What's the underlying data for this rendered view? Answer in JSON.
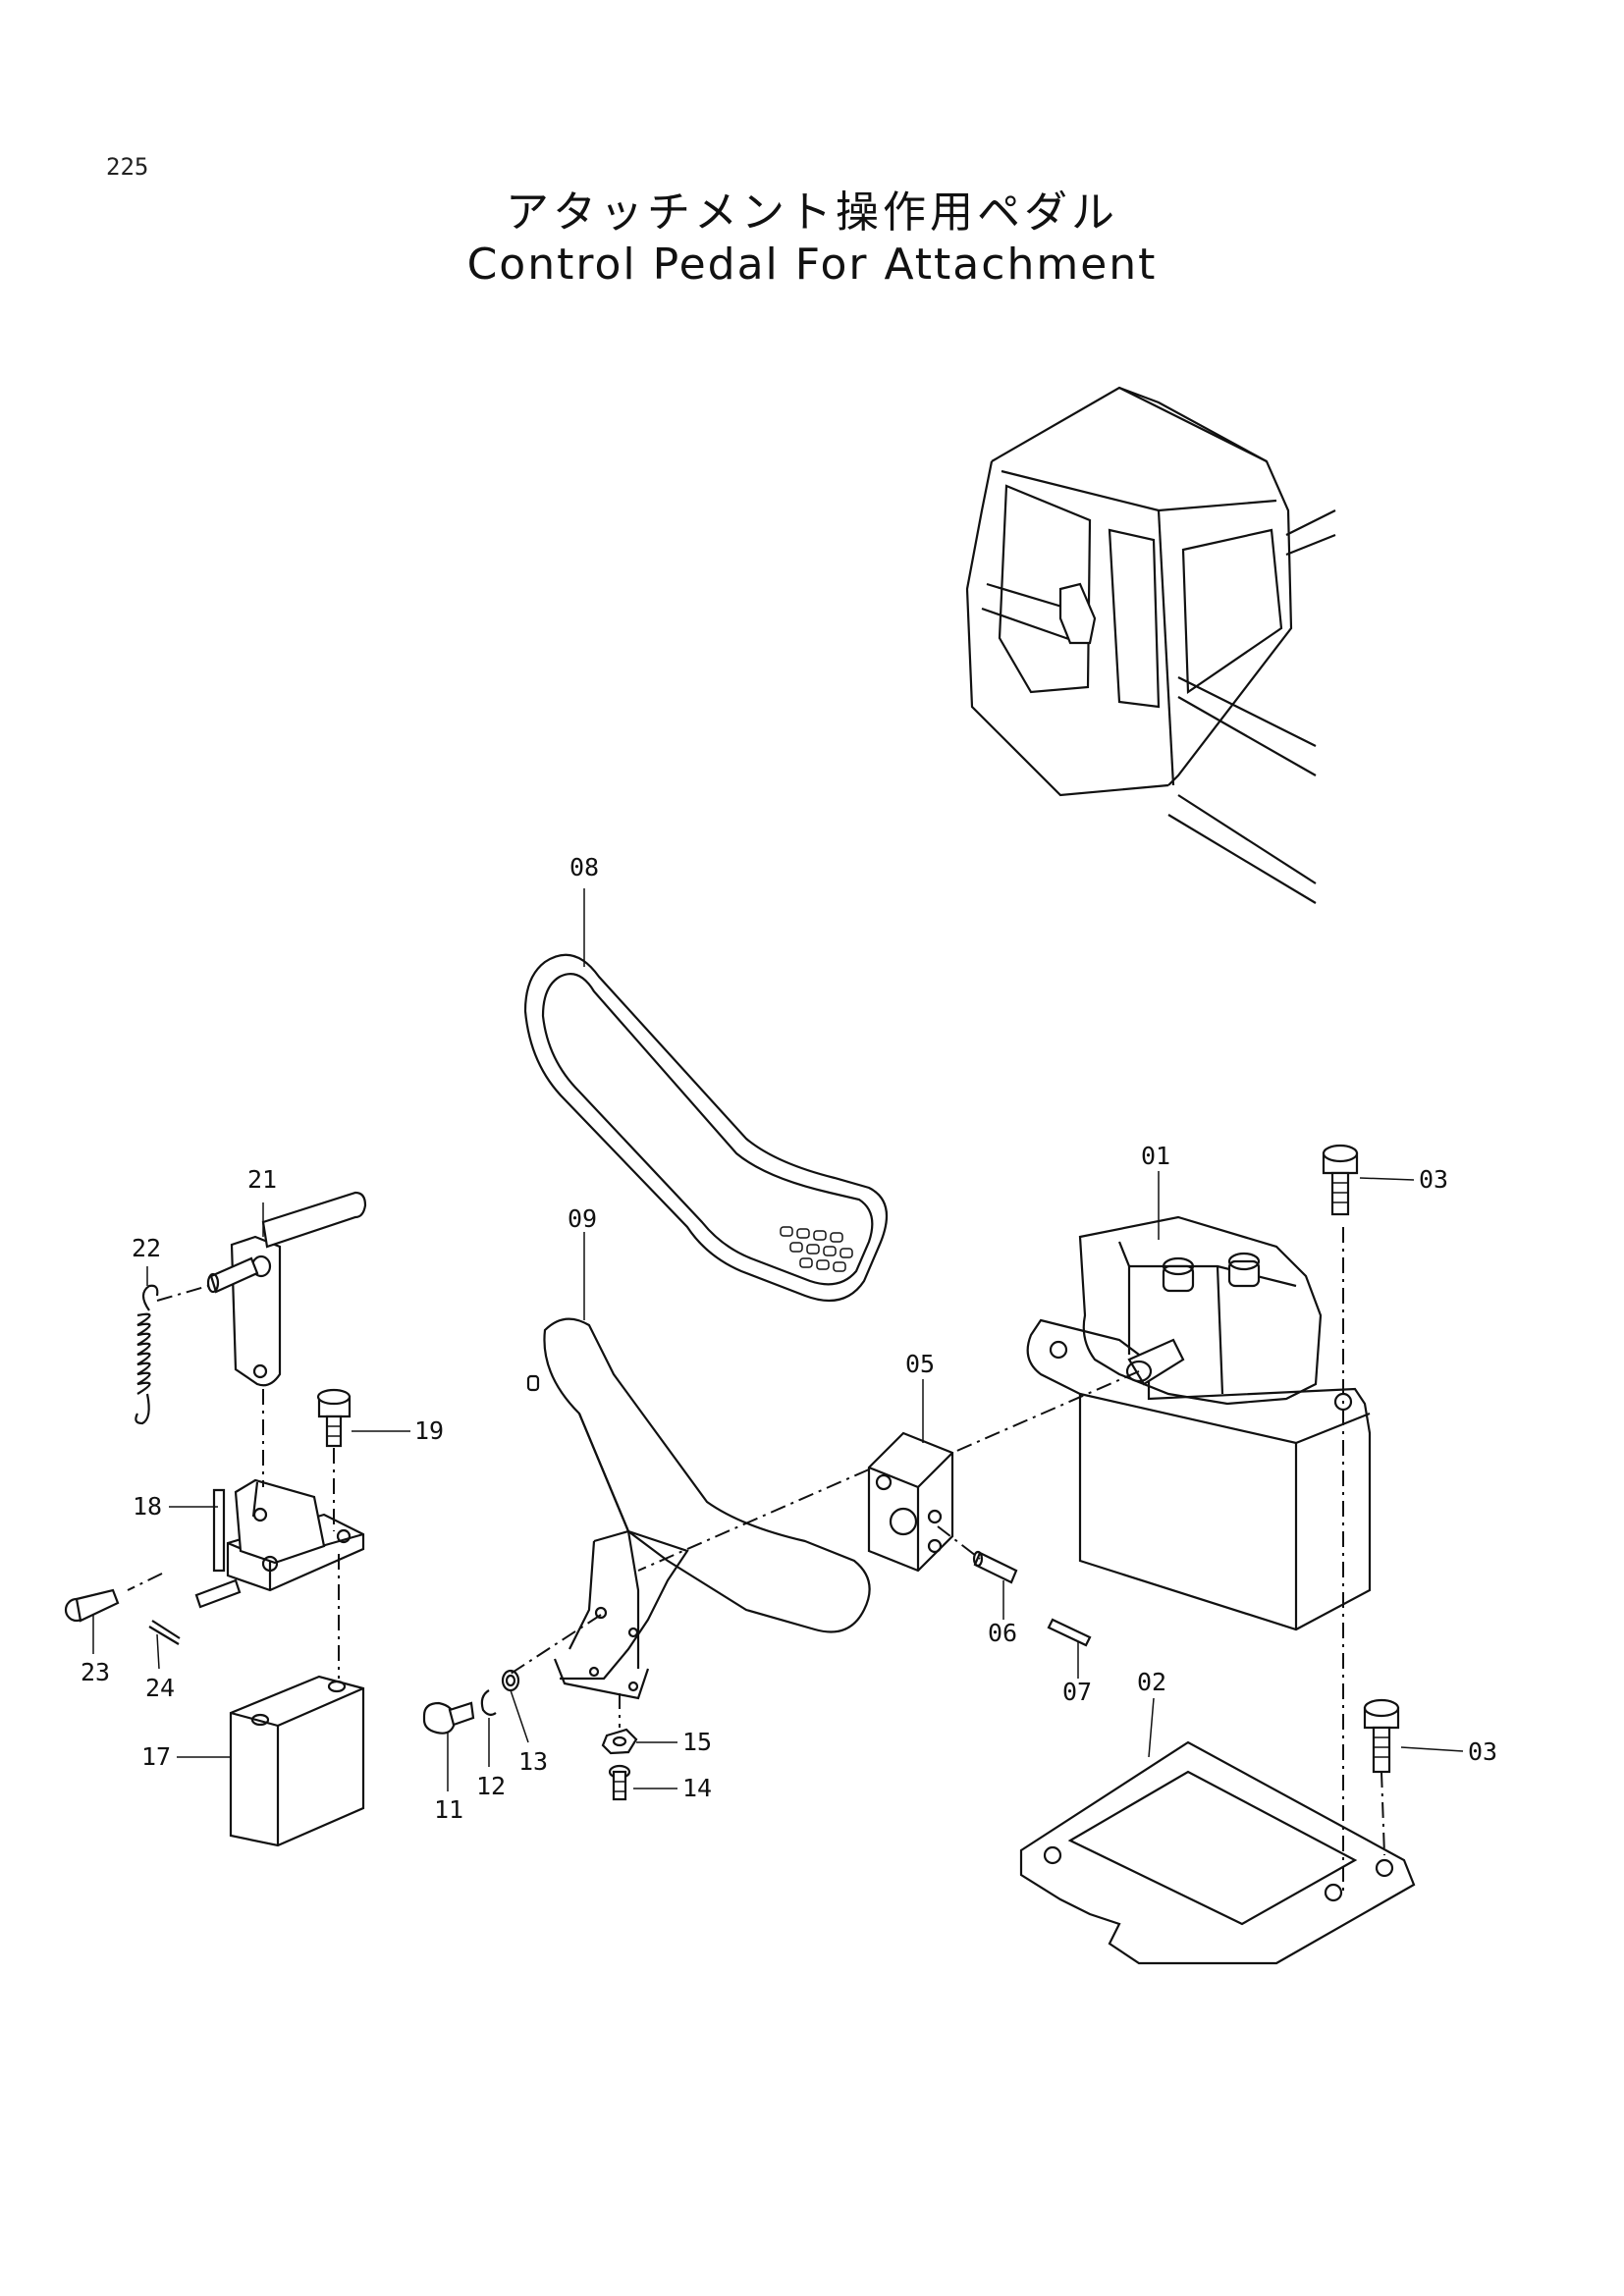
{
  "page": {
    "number": "225",
    "title_jp": "アタッチメント操作用ペダル",
    "title_en": "Control Pedal For Attachment"
  },
  "parts": [
    {
      "id": "part-01",
      "label": "01"
    },
    {
      "id": "part-02",
      "label": "02"
    },
    {
      "id": "part-03a",
      "label": "03"
    },
    {
      "id": "part-03b",
      "label": "03"
    },
    {
      "id": "part-05",
      "label": "05"
    },
    {
      "id": "part-06",
      "label": "06"
    },
    {
      "id": "part-07",
      "label": "07"
    },
    {
      "id": "part-08",
      "label": "08"
    },
    {
      "id": "part-09",
      "label": "09"
    },
    {
      "id": "part-11",
      "label": "11"
    },
    {
      "id": "part-12",
      "label": "12"
    },
    {
      "id": "part-13",
      "label": "13"
    },
    {
      "id": "part-14",
      "label": "14"
    },
    {
      "id": "part-15",
      "label": "15"
    },
    {
      "id": "part-17",
      "label": "17"
    },
    {
      "id": "part-18",
      "label": "18"
    },
    {
      "id": "part-19",
      "label": "19"
    },
    {
      "id": "part-21",
      "label": "21"
    },
    {
      "id": "part-22",
      "label": "22"
    },
    {
      "id": "part-23",
      "label": "23"
    },
    {
      "id": "part-24",
      "label": "24"
    }
  ]
}
